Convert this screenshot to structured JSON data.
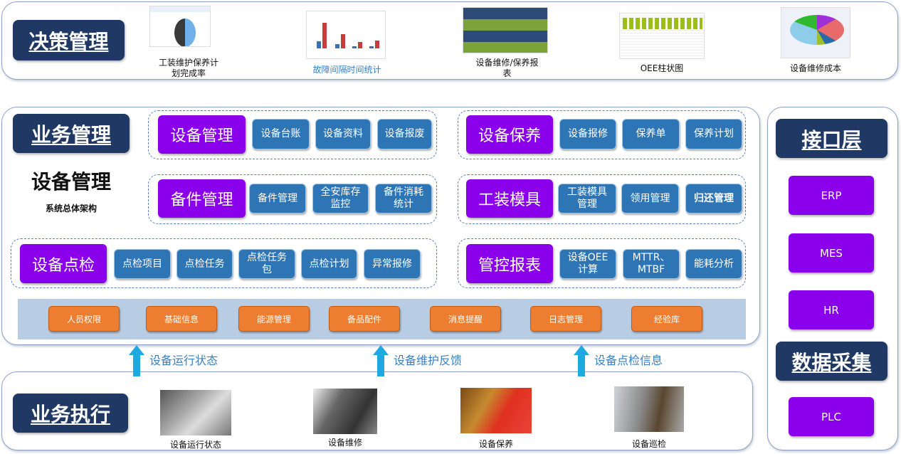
{
  "decision": {
    "label": "决策管理",
    "items": [
      {
        "caption": "工装维护保养计划完成率",
        "caption_lines": [
          "工装维护保养计",
          "划完成率"
        ]
      },
      {
        "caption": "故障间隔时间统计"
      },
      {
        "caption": "设备维修/保养报表",
        "caption_lines": [
          "设备维修/保养报",
          "表"
        ]
      },
      {
        "caption": "OEE柱状图"
      },
      {
        "caption": "设备维修成本"
      }
    ]
  },
  "business": {
    "label": "业务管理",
    "title": "设备管理",
    "subtitle": "系统总体架构",
    "groups": [
      {
        "main": "设备管理",
        "items": [
          "设备台账",
          "设备资料",
          "设备报废"
        ]
      },
      {
        "main": "设备保养",
        "items": [
          "设备报修",
          "保养单",
          "保养计划"
        ]
      },
      {
        "main": "备件管理",
        "items": [
          "备件管理",
          "全安库存监控",
          "备件消耗统计"
        ]
      },
      {
        "main": "工装模具",
        "items": [
          "工装模具管理",
          "领用管理",
          "归还管理"
        ]
      },
      {
        "main": "设备点检",
        "items": [
          "点检项目",
          "点检任务",
          "点检任务包",
          "点检计划",
          "异常报修"
        ]
      },
      {
        "main": "管控报表",
        "items": [
          "设备OEE计算",
          "MTTR、MTBF",
          "能耗分析"
        ]
      }
    ],
    "base": [
      "人员权限",
      "基础信息",
      "能源管理",
      "备品配件",
      "消息提醒",
      "日志管理",
      "经验库"
    ]
  },
  "flows": [
    "设备运行状态",
    "设备维护反馈",
    "设备点检信息"
  ],
  "execution": {
    "label": "业务执行",
    "items": [
      "设备运行状态",
      "设备维修",
      "设备保养",
      "设备巡检"
    ]
  },
  "interface": {
    "label": "接口层",
    "items": [
      "ERP",
      "MES",
      "HR"
    ]
  },
  "collection": {
    "label": "数据采集",
    "items": [
      "PLC"
    ]
  },
  "colors": {
    "navy": "#1f3864",
    "purple": "#8b00ea",
    "blue": "#2e75b6",
    "orange": "#ed7d31",
    "arrow": "#1fa9e1"
  }
}
